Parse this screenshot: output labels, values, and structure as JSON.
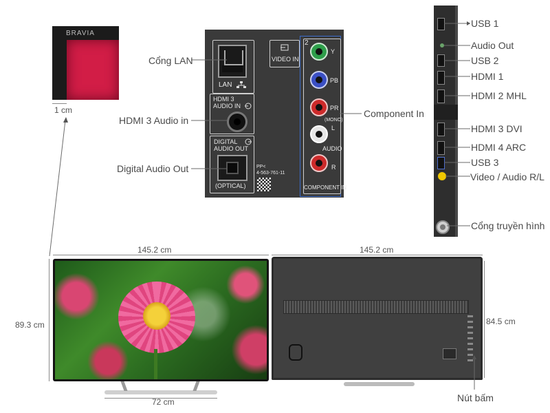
{
  "brand": "BRAVIA",
  "dimensions": {
    "bezel": "1 cm",
    "front_width": "145.2 cm",
    "front_height": "89.3 cm",
    "stand_width": "72 cm",
    "back_width": "145.2 cm",
    "back_height": "84.5 cm"
  },
  "panel_labels": {
    "lan_port": "LAN",
    "hdmi3_audio_in": "HDMI 3\nAUDIO IN",
    "digital_audio_out": "DIGITAL\nAUDIO OUT",
    "optical": "(OPTICAL)",
    "video_in": "VIDEO IN",
    "component_num": "2",
    "y": "Y",
    "pb": "PB",
    "pr": "PR",
    "mono": "(MONO)",
    "l": "L",
    "audio": "AUDIO",
    "r": "R",
    "component_in": "COMPONENT IN",
    "model_code": "PP<\n4-563-761-11"
  },
  "callouts_left": {
    "lan": "Cổng LAN",
    "hdmi3_audio_in": "HDMI 3 Audio in",
    "digital_audio_out": "Digital Audio Out"
  },
  "callouts_middle": {
    "component_in": "Component In"
  },
  "callouts_right": {
    "usb1": "USB 1",
    "audio_out": "Audio Out",
    "usb2": "USB 2",
    "hdmi1": "HDMI 1",
    "hdmi2": "HDMI 2 MHL",
    "hdmi3": "HDMI 3 DVI",
    "hdmi4": "HDMI 4 ARC",
    "usb3": "USB 3",
    "video_audio": "Video / Audio R/L",
    "antenna": "Cổng truyền hình"
  },
  "callouts_bottom": {
    "buttons": "Nút bấm"
  },
  "colors": {
    "panel_dark": "#3a3a3a",
    "label_text": "#4a4a4a",
    "line": "#8a8a8a",
    "component_box": "#3a6bc9",
    "y_green": "#2e9e4a",
    "pb_blue": "#3a4fc4",
    "pr_red": "#cc2a2a",
    "audio_white": "#e6e6e6",
    "audio_red": "#cc2a2a",
    "video_yellow": "#f0c800"
  }
}
